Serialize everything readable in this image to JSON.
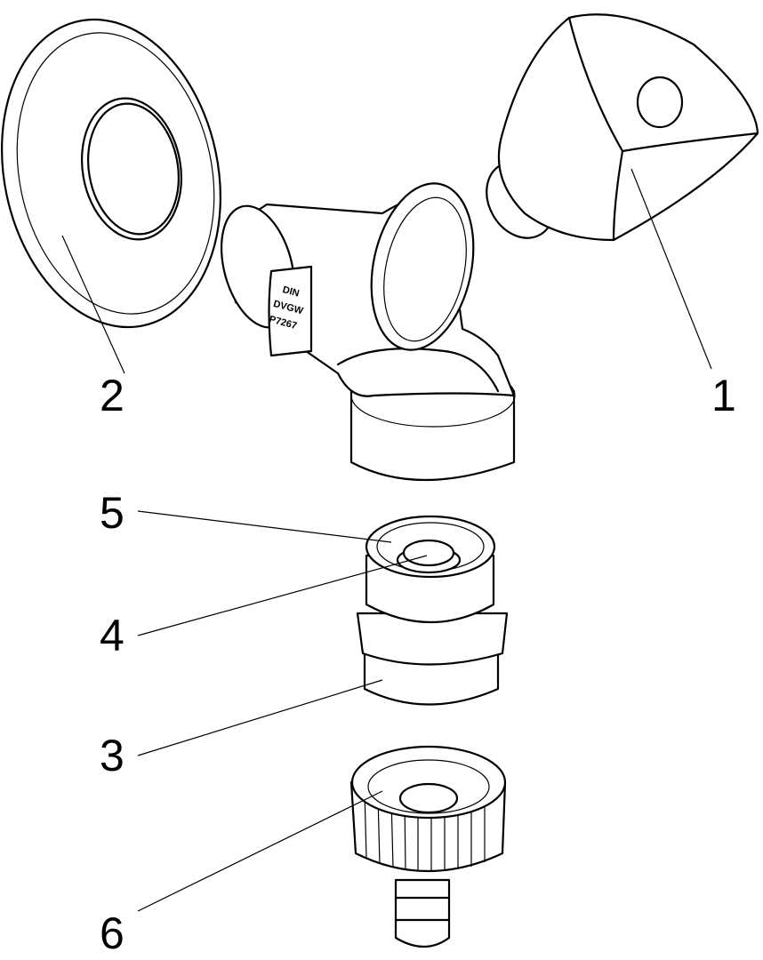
{
  "diagram": {
    "callouts": [
      {
        "id": "1",
        "label": "1"
      },
      {
        "id": "2",
        "label": "2"
      },
      {
        "id": "3",
        "label": "3"
      },
      {
        "id": "4",
        "label": "4"
      },
      {
        "id": "5",
        "label": "5"
      },
      {
        "id": "6",
        "label": "6"
      }
    ],
    "valve_marking": [
      "DIN",
      "DVGW",
      "P7267"
    ]
  }
}
